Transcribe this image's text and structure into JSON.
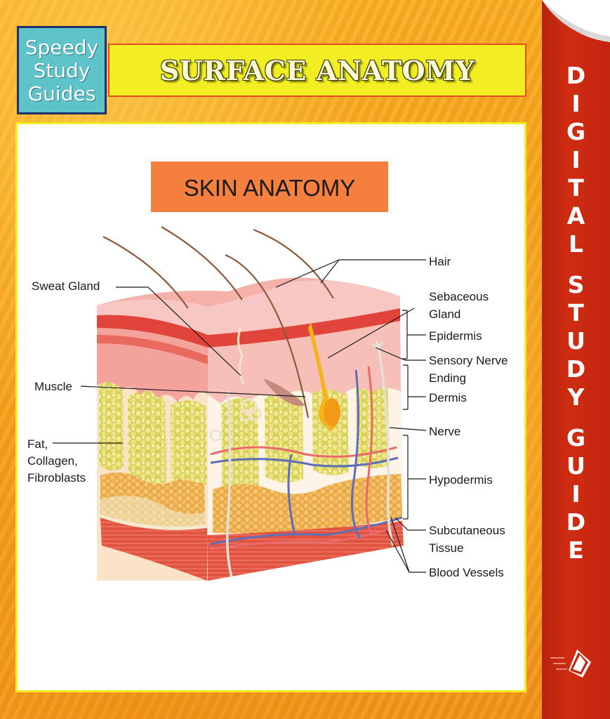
{
  "logo": {
    "lines": [
      "Speedy",
      "Study",
      "Guides"
    ]
  },
  "book": {
    "title": "SURFACE ANATOMY"
  },
  "spine": {
    "words": [
      "DIGITAL",
      "STUDY",
      "GUIDE"
    ]
  },
  "diagram": {
    "heading": "SKIN ANATOMY",
    "labels": {
      "hair": "Hair",
      "sweat_gland": "Sweat Gland",
      "sebaceous_gland": [
        "Sebaceous",
        "Gland"
      ],
      "epidermis": "Epidermis",
      "sensory_nerve_ending": [
        "Sensory Nerve",
        "Ending"
      ],
      "muscle": "Muscle",
      "dermis": "Dermis",
      "nerve": "Nerve",
      "fat": [
        "Fat,",
        "Collagen,",
        "Fibroblasts"
      ],
      "hypodermis": "Hypodermis",
      "subcutaneous_tissue": [
        "Subcutaneous",
        "Tissue"
      ],
      "blood_vessels": "Blood Vessels"
    }
  },
  "colors": {
    "cover_orange": "#f7a51c",
    "title_yellow": "#f2ee23",
    "spine_red": "#c4250f",
    "logo_teal": "#5fc4c9",
    "heading_orange": "#f47f3f",
    "epidermis_pink": "#f4b7b2",
    "dermis_red": "#e0443a",
    "fat_yellow": "#e7e072",
    "subcutaneous_orange": "#f0b75b"
  }
}
